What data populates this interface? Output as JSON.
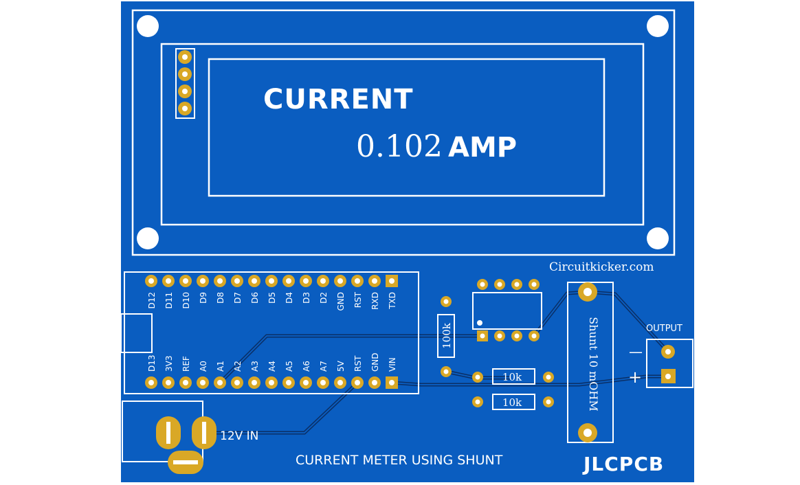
{
  "lcd": {
    "line1": "CURRENT",
    "reading_value": "0.102",
    "reading_unit": "AMP"
  },
  "website": "Circuitkicker.com",
  "arduino": {
    "top_pins": [
      "D12",
      "D11",
      "D10",
      "D9",
      "D8",
      "D7",
      "D6",
      "D5",
      "D4",
      "D3",
      "D2",
      "GND",
      "RST",
      "RXD",
      "TXD"
    ],
    "bottom_pins": [
      "D13",
      "3V3",
      "REF",
      "A0",
      "A1",
      "A2",
      "A3",
      "A4",
      "A5",
      "A6",
      "A7",
      "5V",
      "RST",
      "GND",
      "VIN"
    ]
  },
  "components": {
    "r_vertical": "100k",
    "r1": "10k",
    "r2": "10k",
    "shunt": "Shunt 10 mOHM",
    "output_label": "OUTPUT",
    "minus": "—",
    "plus": "+",
    "power_in": "12V IN"
  },
  "footer": {
    "title": "CURRENT METER USING SHUNT",
    "brand": "JLCPCB"
  },
  "colors": {
    "board": "#0a5dc0",
    "silkscreen": "#ffffff",
    "pad": "#d9a826",
    "trace": "#0a2f66"
  }
}
